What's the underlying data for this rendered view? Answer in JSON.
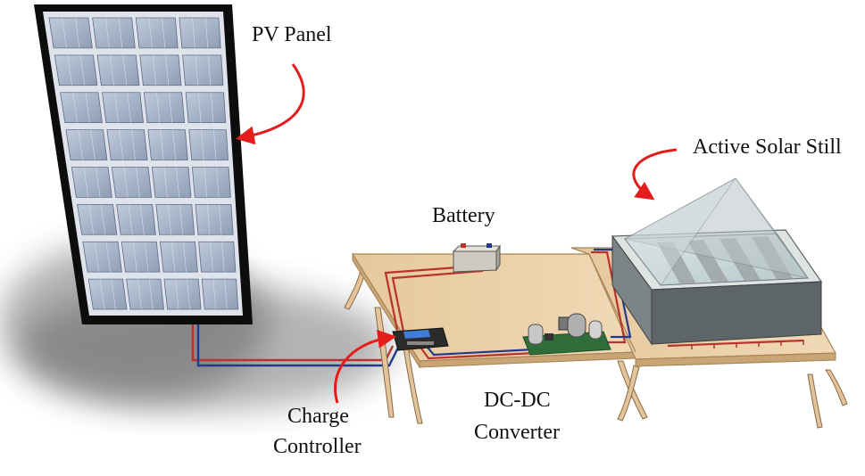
{
  "labels": {
    "pv_panel": "PV Panel",
    "battery": "Battery",
    "active_solar_still": "Active Solar Still",
    "charge_controller_line1": "Charge",
    "charge_controller_line2": "Controller",
    "dc_dc_line1": "DC-DC",
    "dc_dc_line2": "Converter"
  },
  "colors": {
    "arrow": "#e41c1c",
    "wire_positive": "#b8322e",
    "wire_negative": "#233a8c",
    "table_top": "#e8cda4",
    "panel_cell": "#a7b4c9",
    "panel_frame": "#111111"
  },
  "icons": [
    "solar-panel-icon",
    "battery-icon",
    "charge-controller-icon",
    "dc-dc-converter-icon",
    "solar-still-icon"
  ]
}
